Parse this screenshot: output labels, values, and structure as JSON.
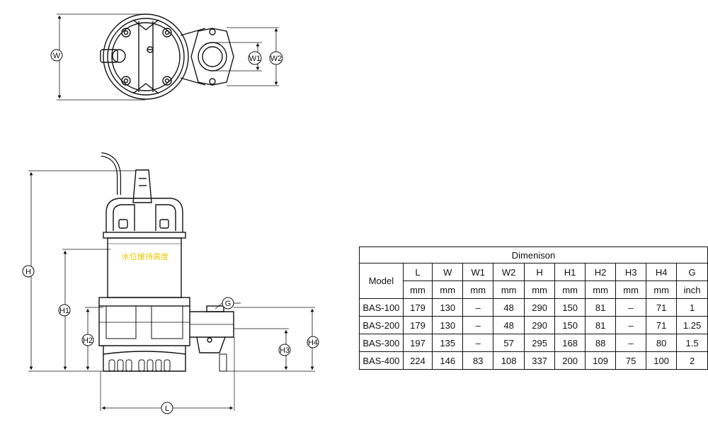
{
  "callouts": {
    "w": "W",
    "w1": "W1",
    "w2": "W2",
    "h": "H",
    "h1": "H1",
    "h2": "H2",
    "h3": "H3",
    "h4": "H4",
    "g": "G",
    "l": "L"
  },
  "note_text": "水位維持高度",
  "table": {
    "title": "Dimenison",
    "model_header": "Model",
    "columns": [
      "L",
      "W",
      "W1",
      "W2",
      "H",
      "H1",
      "H2",
      "H3",
      "H4",
      "G"
    ],
    "units": [
      "mm",
      "mm",
      "mm",
      "mm",
      "mm",
      "mm",
      "mm",
      "mm",
      "mm",
      "inch"
    ],
    "rows": [
      {
        "model": "BAS-100",
        "values": [
          "179",
          "130",
          "–",
          "48",
          "290",
          "150",
          "81",
          "–",
          "71",
          "1"
        ]
      },
      {
        "model": "BAS-200",
        "values": [
          "179",
          "130",
          "–",
          "48",
          "290",
          "150",
          "81",
          "–",
          "71",
          "1.25"
        ]
      },
      {
        "model": "BAS-300",
        "values": [
          "197",
          "135",
          "–",
          "57",
          "295",
          "168",
          "88",
          "–",
          "80",
          "1.5"
        ]
      },
      {
        "model": "BAS-400",
        "values": [
          "224",
          "146",
          "83",
          "108",
          "337",
          "200",
          "109",
          "75",
          "100",
          "2"
        ]
      }
    ]
  },
  "colors": {
    "line": "#111111",
    "note": "#e8c800"
  }
}
